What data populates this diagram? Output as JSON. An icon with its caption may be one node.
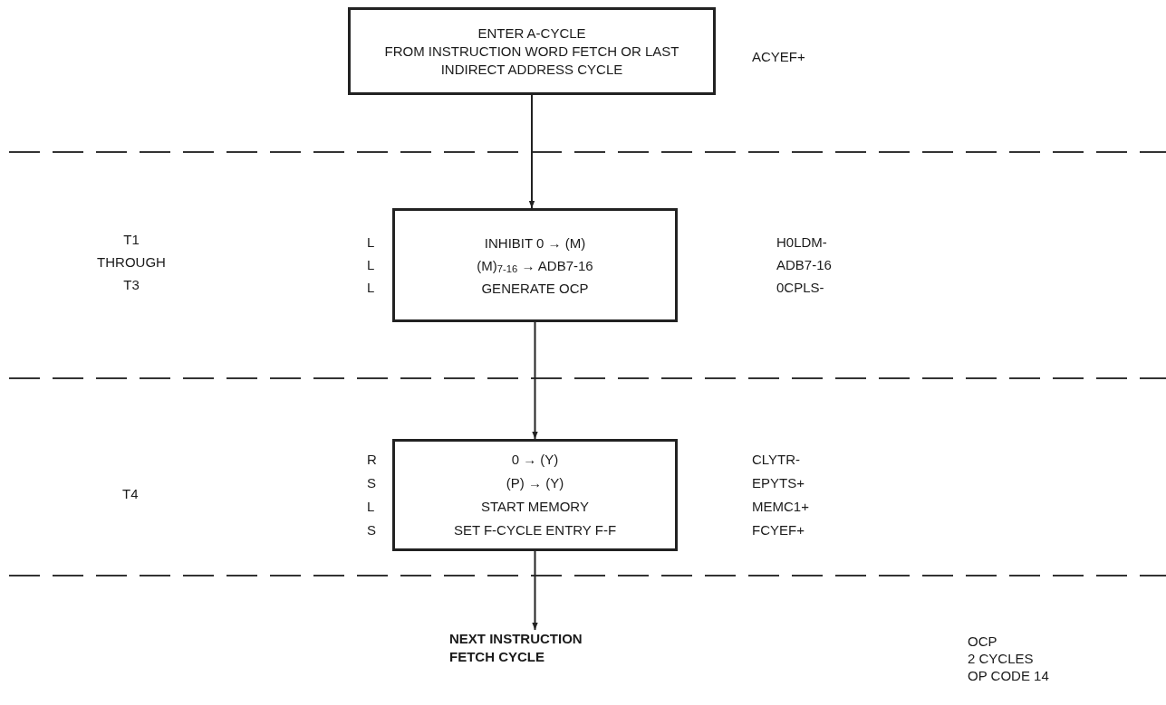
{
  "diagram": {
    "nodes": [
      {
        "text": [
          "ENTER A-CYCLE",
          "FROM INSTRUCTION WORD FETCH OR LAST INDIRECT ADDRESS CYCLE"
        ]
      },
      {
        "text": [
          "INHIBIT 0 → (M)",
          "(M)$_{7-16}$ → ADB7-16",
          "GENERATE OCP"
        ]
      },
      {
        "text": [
          "0 → (Y)",
          "(P) → (Y)",
          "START MEMORY",
          "SET F-CYCLE ENTRY F-F"
        ]
      },
      {
        "text": [
          "NEXT INSTRUCTION FETCH CYCLE"
        ]
      }
    ],
    "edges": [
      {
        "from": 0,
        "to": 1,
        "arrow": "to"
      },
      {
        "from": 1,
        "to": 2,
        "arrow": "to"
      },
      {
        "from": 2,
        "to": 3,
        "arrow": "to"
      }
    ],
    "labels": [
      "ACYEF+",
      "T1 THROUGH T3",
      "L",
      "H0LDM-",
      "L",
      "ADB7-16",
      "L",
      "0CPLS-",
      "T4",
      "R",
      "CLYTR-",
      "S",
      "EPYTS+",
      "L",
      "MEMC1+",
      "S",
      "FCYEF+",
      "OCP",
      "2 CYCLES",
      "OP CODE 14"
    ]
  }
}
